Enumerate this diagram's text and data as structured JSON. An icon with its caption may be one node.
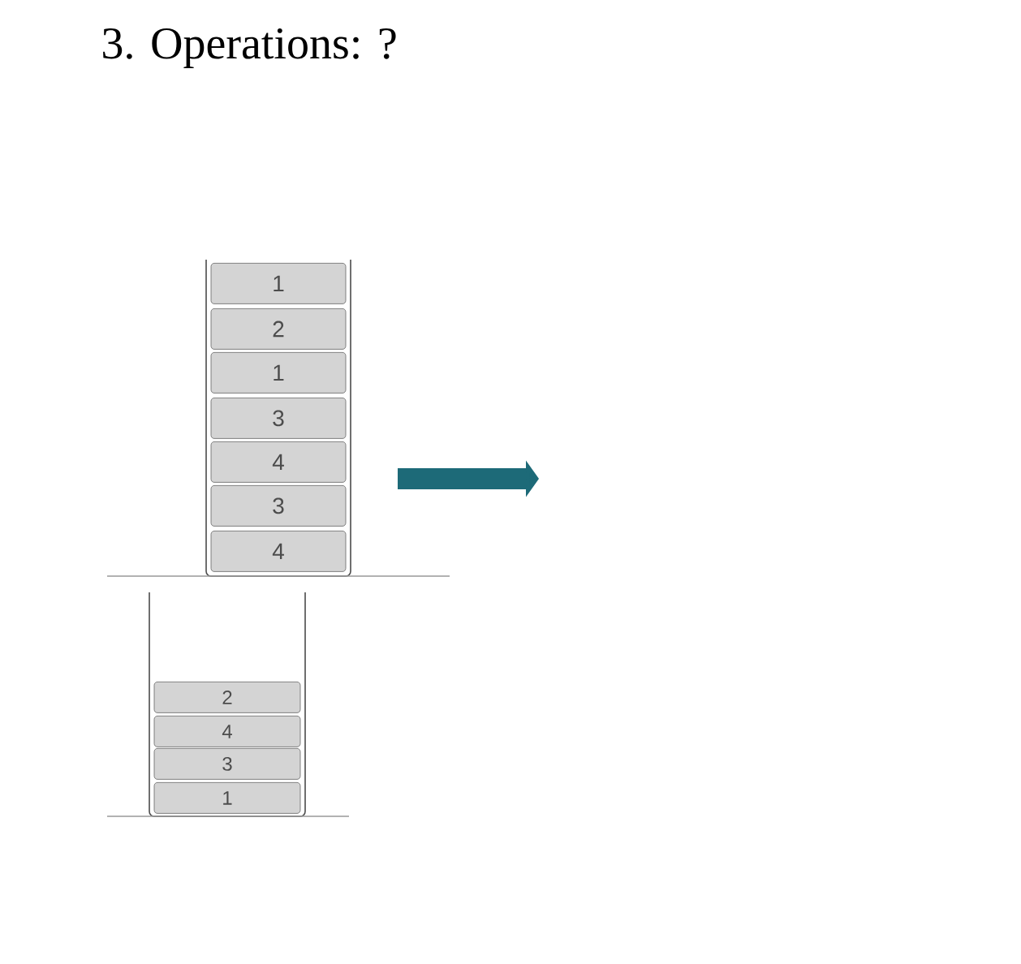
{
  "diagram": {
    "title": "3. Operations: ?",
    "nodes": [
      {
        "text": [],
        "shape": "box"
      },
      {
        "text": [
          "1"
        ],
        "in": 0
      },
      {
        "text": [
          "2"
        ],
        "in": 0
      },
      {
        "text": [
          "1"
        ],
        "in": 0
      },
      {
        "text": [
          "3"
        ],
        "in": 0
      },
      {
        "text": [
          "4"
        ],
        "in": 0
      },
      {
        "text": [
          "3"
        ],
        "in": 0
      },
      {
        "text": [
          "4"
        ],
        "in": 0
      },
      {
        "text": [],
        "shape": "box"
      },
      {
        "text": [
          "2"
        ],
        "in": 8
      },
      {
        "text": [
          "4"
        ],
        "in": 8
      },
      {
        "text": [
          "3"
        ],
        "in": 8
      },
      {
        "text": [
          "1"
        ],
        "in": 8
      }
    ]
  }
}
